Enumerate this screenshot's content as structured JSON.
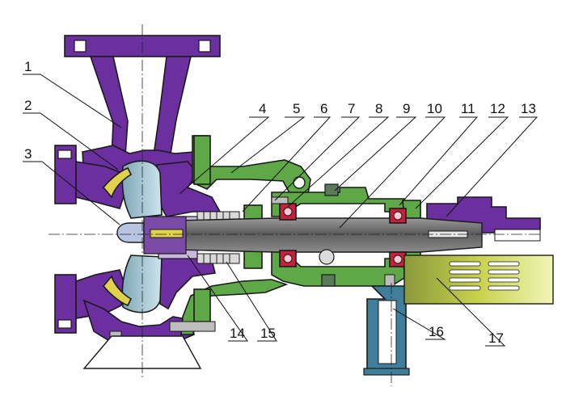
{
  "colors": {
    "casing": "#6b2fa0",
    "bracket": "#5fa847",
    "impeller": "#a9c9d6",
    "wear_ring": "#e0d24a",
    "bearing": "#c8203c",
    "shaft": "#7f7f7f",
    "support": "#3f7f9c",
    "guard": "#d8e060",
    "seal_gland": "#c8b8dc"
  },
  "callouts": [
    "1",
    "2",
    "3",
    "4",
    "5",
    "6",
    "7",
    "8",
    "9",
    "10",
    "11",
    "12",
    "13",
    "14",
    "15",
    "16",
    "17"
  ]
}
